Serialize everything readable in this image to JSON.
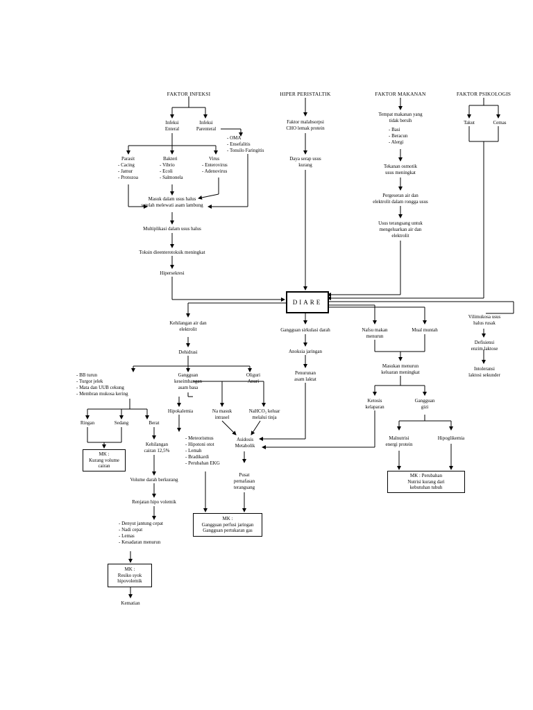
{
  "headers": {
    "infeksi": "FAKTOR INFEKSI",
    "peristaltik": "HIPER PERISTALTIK",
    "makanan": "FAKTOR MAKANAN",
    "psikologis": "FAKTOR PSIKOLOGIS"
  },
  "infeksi": {
    "enteral": [
      "Infeksi",
      "Enteral"
    ],
    "parenteral": [
      "Infeksi",
      "Parenteral"
    ],
    "parenteral_list": [
      "- OMA",
      "- Ensefalitis",
      "- Tonsilo Faringitis"
    ],
    "parasit": [
      "Parasit",
      "- Cacing",
      "- Jamur",
      "- Protozoa"
    ],
    "bakteri": [
      "Bakteri",
      "- Vibrio",
      "- Ecoli",
      "- Salmonela"
    ],
    "virus": [
      "Virus",
      "- Enterovirus",
      "- Adenovirus"
    ],
    "masuk": [
      "Masuk dalam usus halus",
      "setelah melewati asam lambung"
    ],
    "multiplikasi": "Multiplikasi dalam usus halus",
    "toksin": "Toksin dieenterotoksik meningkat",
    "hipersekresi": "Hipersekresi"
  },
  "peristaltik": {
    "malabsorpsi": [
      "Faktor malabsorpsi",
      "CHO lemak protein"
    ],
    "daya_serap": [
      "Daya serap usus",
      "kurang"
    ]
  },
  "makanan": {
    "tempat": [
      "Tempat makanan yang",
      "tidak bersih"
    ],
    "list": [
      "- Basi",
      "- Beracun",
      "- Alergi"
    ],
    "tekanan": [
      "Tekanan osmotik",
      "usus meningkat"
    ],
    "pergeseran": [
      "Pergeseran air dan",
      "elektrolit dalam rongga usus"
    ],
    "usus": [
      "Usus terangsang untuk",
      "mengeluarkan air dan",
      "elektrolit"
    ]
  },
  "psikologis": {
    "takut": "Takut",
    "cemas": "Cemas",
    "vili": [
      "Vilimukosa usus",
      "halus rusak"
    ],
    "defisiensi": [
      "Defisiensi",
      "enzim laktose"
    ],
    "intoleransi": [
      "Intoleransi",
      "laktosi sekunder"
    ]
  },
  "center": "DIARE",
  "branch1": {
    "kehilangan": [
      "Kehilangan air dan",
      "elektrolit"
    ],
    "dehidrasi": "Dehidrasi",
    "dehidrasi_list": [
      "- BB turun",
      "- Turgor jelek",
      "- Mata dan UUB cekung",
      "- Membran mukosa kering"
    ],
    "gangguan": [
      "Gangguan",
      "keseimbangan",
      "asam basa"
    ],
    "oliguri": [
      "Oliguri",
      "Anuri"
    ],
    "ringan": "Ringan",
    "sedang": "Sedang",
    "berat": "Berat",
    "kehilangan_cairan": [
      "Kehilangan",
      "cairan 12,5%"
    ],
    "mk1": [
      "MK :",
      "Kurang volume",
      "cairan"
    ],
    "hipokalemia": "Hipokalemia",
    "na_masuk": [
      "Na masuk",
      "intrasel"
    ],
    "nahco": [
      "NaHCO₃ keluar",
      "melalui tinja"
    ],
    "hipo_list": [
      "- Meteorismus",
      "- Hipotoni otot",
      "- Lemah",
      "- Bradikardi",
      "- Perubahan EKG"
    ],
    "asidosis": [
      "Asidosis",
      "Metabolik"
    ],
    "pusat": [
      "Pusat",
      "pernafasan",
      "terangsang"
    ],
    "mk2": [
      "MK :",
      "Gangguan perfusi jaringan",
      "Gangguan pertukaran gas"
    ],
    "volume": "Volume darah berkurang",
    "renjatan": "Renjatan hipo volemik",
    "renjatan_list": [
      "- Denyut jantung cepat",
      "- Nadi cepat",
      "- Lemas",
      "- Kesadaran menurun"
    ],
    "mk3": [
      "MK :",
      "Resiko syok",
      "hipovolemik"
    ],
    "kematian": "Kematian"
  },
  "branch2": {
    "sirkulasi": "Gangguan sirkulasi darah",
    "anoksia": "Anoksia jaringan",
    "penurunan": [
      "Penurunan",
      "asam laktat"
    ]
  },
  "branch3": {
    "nafsu": [
      "Nafsu makan",
      "menurun"
    ],
    "mual": "Mual muntah",
    "masukan": [
      "Masukan menurun",
      "keluaran meningkat"
    ],
    "ketosis": [
      "Ketosis",
      "kelaparan"
    ],
    "gangguan_gizi": [
      "Gangguan",
      "gizi"
    ],
    "malnutrisi": [
      "Malnutrisi",
      "energi protein"
    ],
    "hipoglikemia": "Hipoglikemia",
    "mk4": [
      "MK : Perubahan",
      "Nutrisi kurang dari",
      "kebutuhan tubuh"
    ]
  }
}
